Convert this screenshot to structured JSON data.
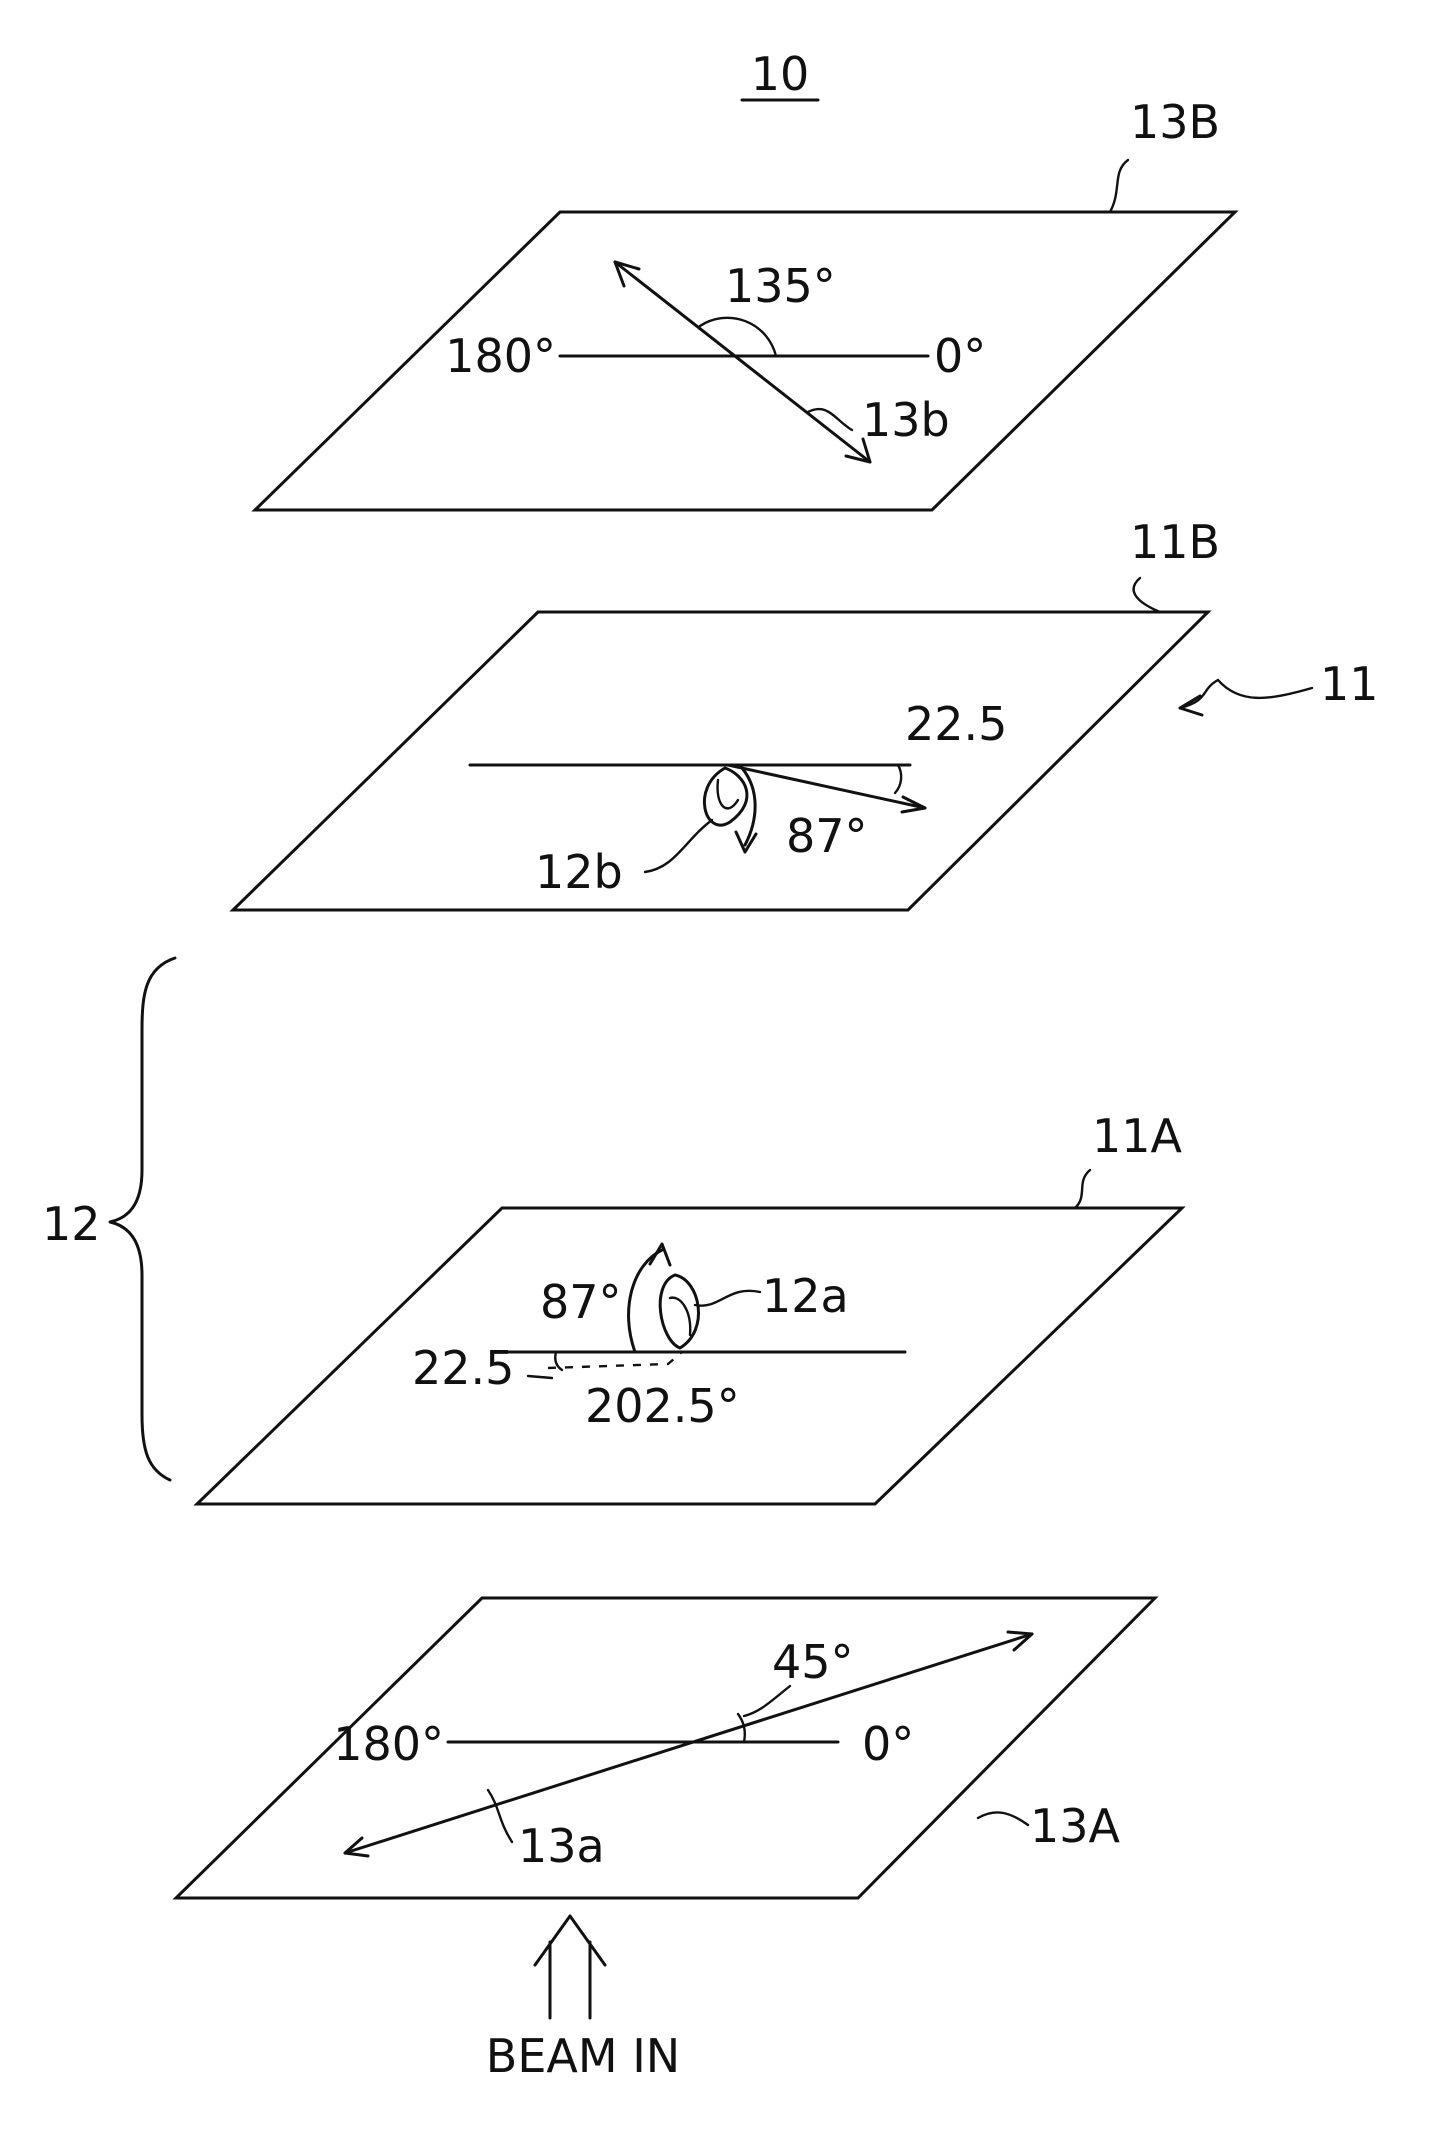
{
  "figure": {
    "title": "10",
    "polarizer_top": {
      "ref": "13B",
      "axis_ref": "13b",
      "angle": "135°",
      "left_label": "180°",
      "right_label": "0°"
    },
    "rotator_top": {
      "ref": "11B",
      "rotation_ref": "12b",
      "small_angle": "22.5",
      "large_angle": "87°"
    },
    "group_ref": "11",
    "bracket_ref": "12",
    "rotator_bottom": {
      "ref": "11A",
      "rotation_ref": "12a",
      "small_angle": "22.5",
      "large_angle": "87°",
      "sum_angle": "202.5°"
    },
    "polarizer_bottom": {
      "ref": "13A",
      "axis_ref": "13a",
      "angle": "45°",
      "left_label": "180°",
      "right_label": "0°"
    },
    "beam_label": "BEAM IN"
  }
}
